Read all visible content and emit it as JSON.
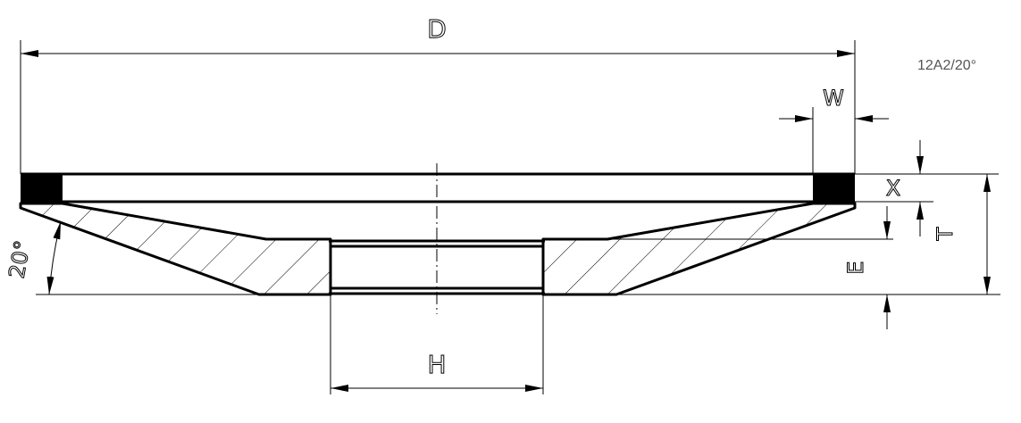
{
  "title_code": "12A2/20°",
  "dimensions": {
    "D": "D",
    "W": "W",
    "X": "X",
    "T": "T",
    "E": "E",
    "H": "H",
    "angle": "20°"
  },
  "colors": {
    "line": "#000000",
    "code_text": "#555555"
  }
}
